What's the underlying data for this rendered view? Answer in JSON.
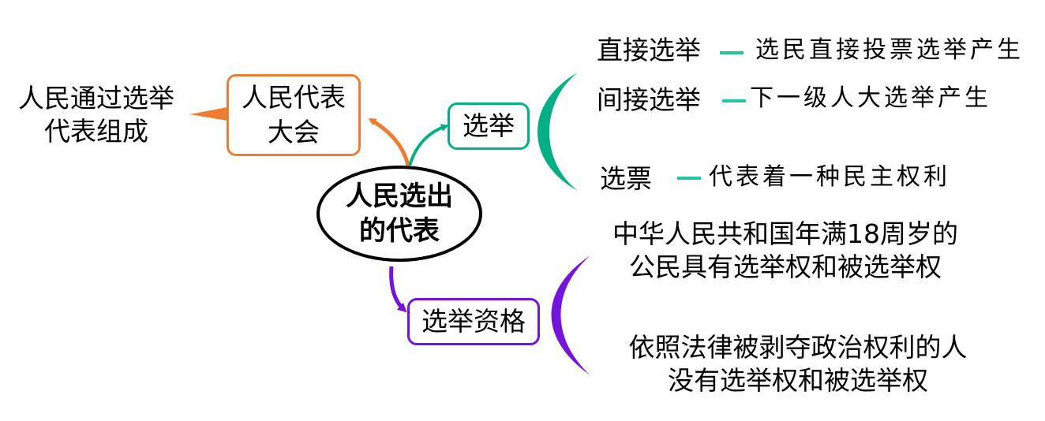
{
  "colors": {
    "orange": "#ED7D31",
    "green": "#00B085",
    "green_dash": "#1FC8A0",
    "purple": "#7413DC",
    "black": "#000000"
  },
  "center": {
    "line1": "人民选出",
    "line2": "的代表"
  },
  "congress_branch": {
    "node_line1": "人民代表",
    "node_line2": "大会",
    "note_line1": "人民通过选举",
    "note_line2": "代表组成"
  },
  "election_branch": {
    "node": "选举",
    "items": [
      {
        "term": "直接选举",
        "desc": "选民直接投票选举产生"
      },
      {
        "term": "间接选举",
        "desc": "下一级人大选举产生"
      },
      {
        "term": "选票",
        "desc": "代表着一种民主权利"
      }
    ]
  },
  "qualification_branch": {
    "node": "选举资格",
    "items": [
      {
        "line1": "中华人民共和国年满18周岁的",
        "line2": "公民具有选举权和被选举权"
      },
      {
        "line1": "依照法律被剥夺政治权利的人",
        "line2": "没有选举权和被选举权"
      }
    ]
  }
}
